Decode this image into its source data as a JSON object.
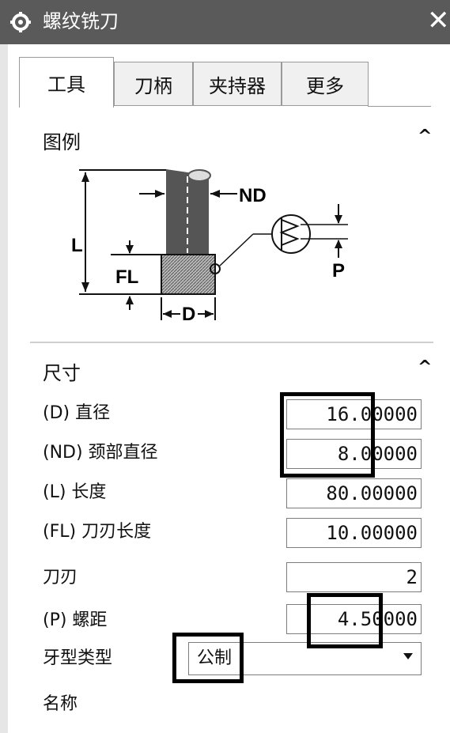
{
  "window": {
    "title": "螺纹铣刀",
    "close_glyph": "✕"
  },
  "tabs": [
    {
      "label": "工具",
      "active": true
    },
    {
      "label": "刀柄",
      "active": false
    },
    {
      "label": "夹持器",
      "active": false
    },
    {
      "label": "更多",
      "active": false
    }
  ],
  "legend_section": {
    "title": "图例",
    "caret": "^",
    "diagram_labels": {
      "L": "L",
      "FL": "FL",
      "ND": "ND",
      "D": "D",
      "P": "P"
    }
  },
  "dimensions_section": {
    "title": "尺寸",
    "caret": "^",
    "fields": [
      {
        "label": "(D) 直径",
        "value": "16.00000"
      },
      {
        "label": "(ND) 颈部直径",
        "value": "8.00000"
      },
      {
        "label": "(L) 长度",
        "value": "80.00000"
      },
      {
        "label": "(FL) 刀刃长度",
        "value": "10.00000"
      },
      {
        "label": "刀刃",
        "value": "2"
      },
      {
        "label": "(P) 螺距",
        "value": "4.50000"
      }
    ],
    "thread_type": {
      "label": "牙型类型",
      "value": "公制"
    },
    "name_label": "名称"
  }
}
